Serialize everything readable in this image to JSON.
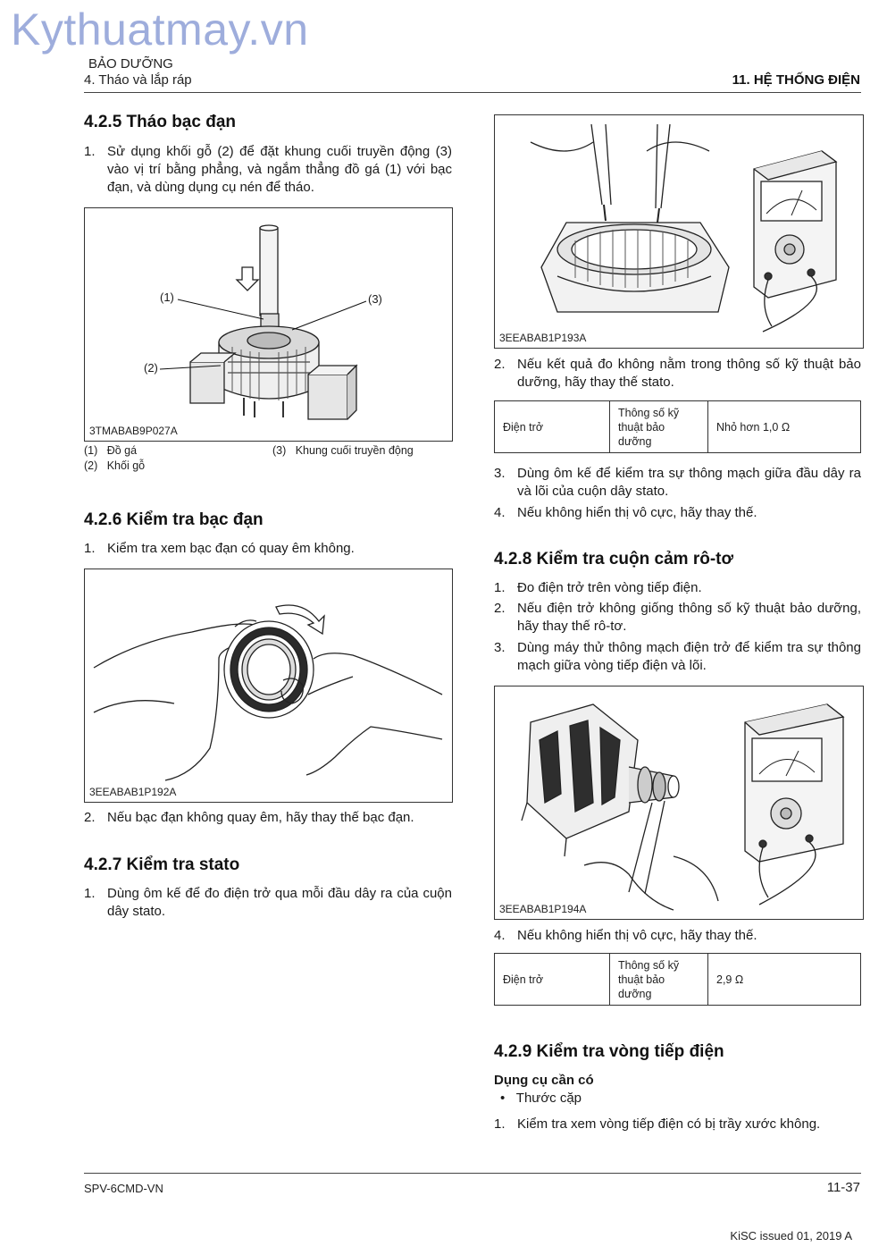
{
  "watermark": "Kythuatmay.vn",
  "header": {
    "section": "BẢO DƯỠNG",
    "subsection": "4. Tháo và lắp ráp",
    "chapter": "11. HỆ THỐNG ĐIỆN"
  },
  "s425": {
    "title": "4.2.5 Tháo bạc đạn",
    "steps": [
      {
        "num": "1.",
        "text": "Sử dụng khối gỗ (2) để đặt khung cuối truyền động (3) vào vị trí bằng phẳng, và ngắm thẳng đồ gá (1) với bạc đạn, và dùng dụng cụ nén để tháo."
      }
    ],
    "figure_code": "3TMABAB9P027A",
    "labels": {
      "l1": "(1)",
      "l2": "(2)",
      "l3": "(3)"
    },
    "legend": [
      {
        "num": "(1)",
        "text": "Đồ gá"
      },
      {
        "num": "(2)",
        "text": "Khối gỗ"
      },
      {
        "num": "(3)",
        "text": "Khung cuối truyền động"
      }
    ]
  },
  "s426": {
    "title": "4.2.6 Kiểm tra bạc đạn",
    "steps": [
      {
        "num": "1.",
        "text": "Kiểm tra xem bạc đạn có quay êm không."
      },
      {
        "num": "2.",
        "text": "Nếu bạc đạn không quay êm, hãy thay thế bạc đạn."
      }
    ],
    "figure_code": "3EEABAB1P192A"
  },
  "s427": {
    "title": "4.2.7 Kiểm tra stato",
    "steps": [
      {
        "num": "1.",
        "text": "Dùng ôm kế để đo điện trở qua mỗi đầu dây ra của cuộn dây stato."
      },
      {
        "num": "2.",
        "text": "Nếu kết quả đo không nằm trong thông số kỹ thuật bảo dưỡng, hãy thay thế stato."
      },
      {
        "num": "3.",
        "text": "Dùng ôm kế để kiểm tra sự thông mạch giữa đầu dây ra và lõi của cuộn dây stato."
      },
      {
        "num": "4.",
        "text": "Nếu không hiển thị vô cực, hãy thay thế."
      }
    ],
    "figure_code": "3EEABAB1P193A",
    "table": {
      "c1": "Điện trở",
      "c2": "Thông số kỹ thuật bảo dưỡng",
      "c3": "Nhỏ hơn 1,0 Ω"
    }
  },
  "s428": {
    "title": "4.2.8 Kiểm tra cuộn cảm rô-tơ",
    "steps": [
      {
        "num": "1.",
        "text": "Đo điện trở trên vòng tiếp điện."
      },
      {
        "num": "2.",
        "text": "Nếu điện trở không giống thông số kỹ thuật bảo dưỡng, hãy thay thế rô-tơ."
      },
      {
        "num": "3.",
        "text": "Dùng máy thử thông mạch điện trở để kiểm tra sự thông mạch giữa vòng tiếp điện và lõi."
      },
      {
        "num": "4.",
        "text": "Nếu không hiển thị vô cực, hãy thay thế."
      }
    ],
    "figure_code": "3EEABAB1P194A",
    "table": {
      "c1": "Điện trở",
      "c2": "Thông số kỹ thuật bảo dưỡng",
      "c3": "2,9 Ω"
    }
  },
  "s429": {
    "title": "4.2.9 Kiểm tra vòng tiếp điện",
    "tools_heading": "Dụng cụ cần có",
    "tools": [
      "Thước cặp"
    ],
    "steps": [
      {
        "num": "1.",
        "text": "Kiểm tra xem vòng tiếp điện có bị trầy xước không."
      }
    ]
  },
  "footer": {
    "doc": "SPV-6CMD-VN",
    "page": "11-37",
    "issued": "KiSC issued 01, 2019 A"
  }
}
